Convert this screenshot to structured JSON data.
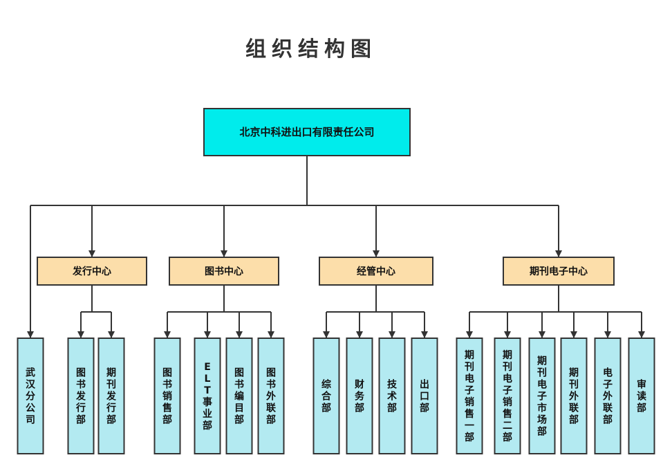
{
  "title": "组织结构图",
  "colors": {
    "root_fill": "#00ECEC",
    "center_fill": "#FCDEAA",
    "department_fill": "#B3EAF1",
    "line": "#333333"
  },
  "root": {
    "label": "北京中科进出口有限责任公司"
  },
  "direct_departments": [
    {
      "label": "武汉分公司"
    }
  ],
  "centers": [
    {
      "label": "发行中心",
      "departments": [
        {
          "label": "图书发行部"
        },
        {
          "label": "期刊发行部"
        }
      ]
    },
    {
      "label": "图书中心",
      "departments": [
        {
          "label": "图书销售部"
        },
        {
          "label": "ELT事业部"
        },
        {
          "label": "图书编目部"
        },
        {
          "label": "图书外联部"
        }
      ]
    },
    {
      "label": "经管中心",
      "departments": [
        {
          "label": "综合部"
        },
        {
          "label": "财务部"
        },
        {
          "label": "技术部"
        },
        {
          "label": "出口部"
        }
      ]
    },
    {
      "label": "期刊电子中心",
      "departments": [
        {
          "label": "期刊电子销售一部"
        },
        {
          "label": "期刊电子销售二部"
        },
        {
          "label": "期刊电子市场部"
        },
        {
          "label": "期刊外联部"
        },
        {
          "label": "电子外联部"
        },
        {
          "label": "审读部"
        }
      ]
    }
  ]
}
